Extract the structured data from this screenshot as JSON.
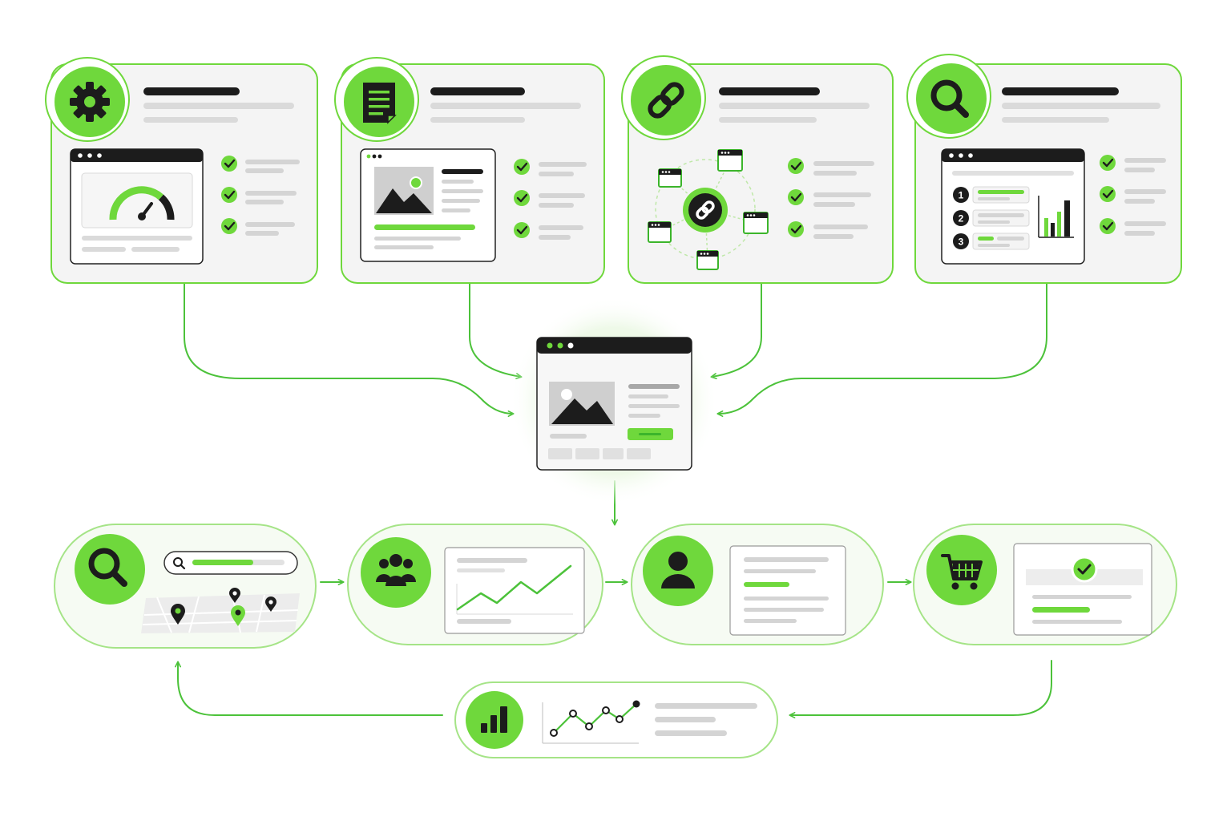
{
  "diagram": {
    "top_cards": [
      {
        "id": "technical",
        "icon": "gear-icon",
        "items": 3
      },
      {
        "id": "content",
        "icon": "document-icon",
        "items": 3
      },
      {
        "id": "links",
        "icon": "link-icon",
        "items": 3
      },
      {
        "id": "research",
        "icon": "search-icon",
        "items": 3
      }
    ],
    "hub": {
      "icon": "webpage-icon"
    },
    "journey": [
      {
        "id": "search",
        "icon": "search-icon"
      },
      {
        "id": "audience",
        "icon": "users-icon"
      },
      {
        "id": "lead",
        "icon": "user-icon"
      },
      {
        "id": "purchase",
        "icon": "cart-icon"
      }
    ],
    "feedback": {
      "icon": "bar-chart-icon"
    },
    "ranking_numbers": [
      "1",
      "2",
      "3"
    ],
    "colors": {
      "accent": "#6fd83c",
      "accent_dark": "#3cb52b",
      "line": "#4cc23a",
      "ink": "#1c1c1c",
      "gray": "#d4d4d4",
      "panel": "#f4f4f4",
      "glow": "#eaf8e2"
    }
  }
}
